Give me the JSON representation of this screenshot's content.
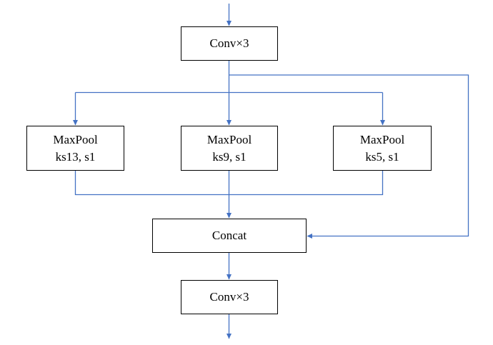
{
  "diagram": {
    "line_color": "#4472C4",
    "border_color": "#000000",
    "nodes": {
      "conv_top": "Conv×3",
      "maxpool_13": {
        "line1": "MaxPool",
        "line2": "ks13, s1"
      },
      "maxpool_9": {
        "line1": "MaxPool",
        "line2": "ks9, s1"
      },
      "maxpool_5": {
        "line1": "MaxPool",
        "line2": "ks5, s1"
      },
      "concat": "Concat",
      "conv_bottom": "Conv×3"
    }
  }
}
